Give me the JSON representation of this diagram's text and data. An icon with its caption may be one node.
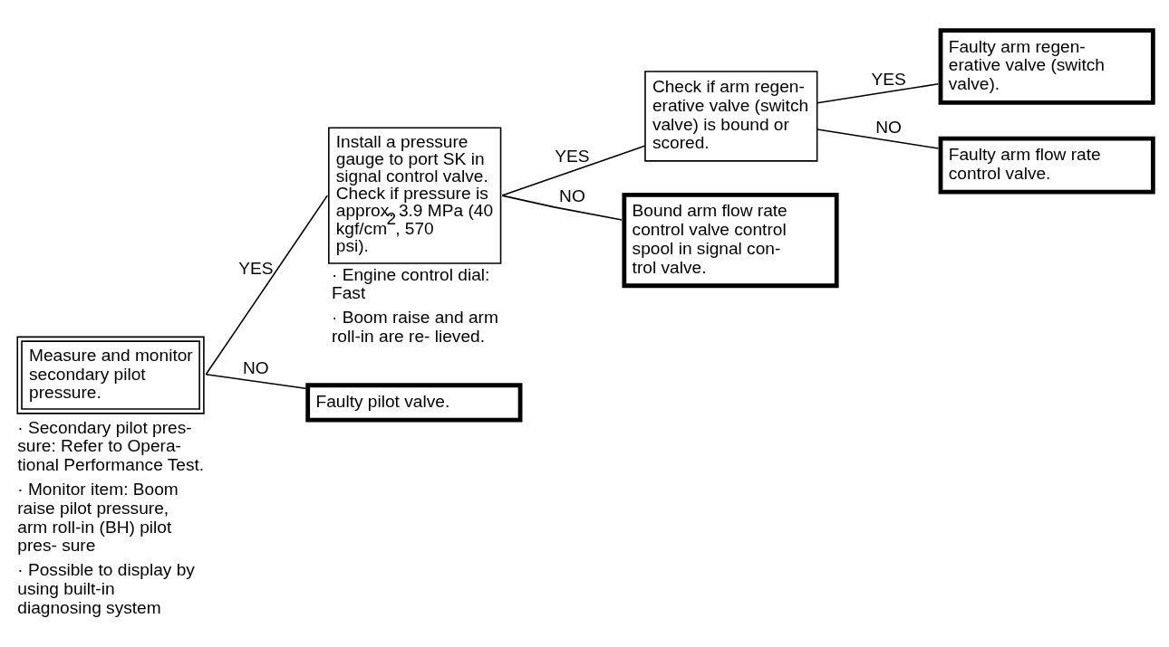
{
  "diagram": {
    "nodes": [
      {
        "text": [
          "Measure and monitor secondary pilot pressure."
        ],
        "beside": [
          "· Secondary pilot pres- sure: Refer to Opera- tional Performance Test.",
          "· Monitor item: Boom raise pilot pressure, arm roll-in (BH) pilot pres- sure",
          "· Possible to display by using built-in diagnosing system"
        ]
      },
      {
        "text": [
          "Install a pressure gauge to port SK in signal control valve. Check if pressure is approx. 3.9 MPa (40 kgf/cm$^{2}$, 570 psi)."
        ],
        "beside": [
          "· Engine control dial: Fast",
          "· Boom raise and arm roll-in are re- lieved."
        ]
      },
      {
        "text": [
          "Check if arm regen- erative valve (switch valve) is bound or scored."
        ]
      },
      {
        "text": [
          "Faulty arm regen- erative valve (switch valve)."
        ]
      },
      {
        "text": [
          "Faulty arm flow rate control valve."
        ]
      },
      {
        "text": [
          "Bound arm flow rate control valve control spool in signal con- trol valve."
        ]
      },
      {
        "text": [
          "Faulty pilot valve."
        ]
      }
    ],
    "edges": [
      {
        "from": 0,
        "to": 1,
        "arrow": "none",
        "label": "YES"
      },
      {
        "from": 0,
        "to": 6,
        "arrow": "none",
        "label": "NO"
      },
      {
        "from": 1,
        "to": 2,
        "arrow": "none",
        "label": "YES"
      },
      {
        "from": 1,
        "to": 5,
        "arrow": "none",
        "label": "NO"
      },
      {
        "from": 2,
        "to": 3,
        "arrow": "none",
        "label": "YES"
      },
      {
        "from": 2,
        "to": 4,
        "arrow": "none",
        "label": "NO"
      }
    ]
  }
}
